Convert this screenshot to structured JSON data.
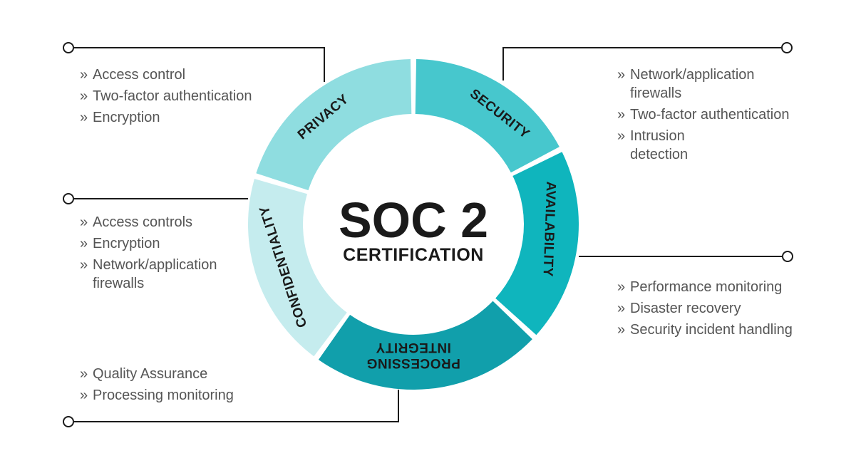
{
  "center": {
    "title": "SOC 2",
    "subtitle": "CERTIFICATION"
  },
  "colors": {
    "privacy": "#8fdde0",
    "security": "#47c7cd",
    "availability": "#0fb5bd",
    "processing_integrity": "#119fab",
    "confidentiality": "#c5ecee",
    "connector": "#1a1a1a",
    "text": "#555555"
  },
  "segments": [
    {
      "id": "privacy",
      "label": "PRIVACY",
      "items": [
        "Access control",
        "Two-factor authentication",
        "Encryption"
      ]
    },
    {
      "id": "security",
      "label": "SECURITY",
      "items": [
        "Network/application firewalls",
        "Two-factor authentication",
        "Intrusion detection"
      ]
    },
    {
      "id": "availability",
      "label": "AVAILABILITY",
      "items": [
        "Performance monitoring",
        "Disaster recovery",
        "Security incident handling"
      ]
    },
    {
      "id": "processing_integrity",
      "label": "PROCESSING INTEGRITY",
      "label_lines": [
        "PROCESSING",
        "INTEGRITY"
      ],
      "items": [
        "Quality Assurance",
        "Processing monitoring"
      ]
    },
    {
      "id": "confidentiality",
      "label": "CONFIDENTIALITY",
      "items": [
        "Access controls",
        "Encryption",
        "Network/application firewalls"
      ]
    }
  ]
}
